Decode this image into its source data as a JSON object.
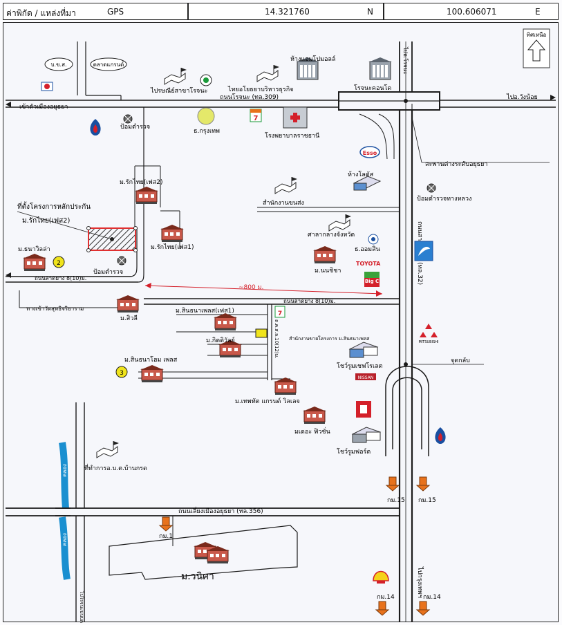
{
  "header": {
    "label": "ค่าพิกัด / แหล่งที่มา",
    "source": "GPS",
    "lat": "14.321760",
    "lat_dir": "N",
    "lon": "100.606071",
    "lon_dir": "E"
  },
  "north": {
    "label": "ทิศเหนือ"
  },
  "roads": {
    "rojana": "ถนนโรจนะ (ทล.309)",
    "to_ayutthaya_city": "เข้าตัวเมืองอยุธยา",
    "to_wangnoi": "ไปอ.วังน้อย",
    "to_rojana_top": "ไปอ.โรจนะ",
    "asia": "ถนนสายเอเชีย (ทล.32)",
    "asia_bottom": "ไปกรุงเทพฯ",
    "bypass": "ถนนเลี่ยงเมืองอยุธยา (ทล.356)",
    "lad_yang_west": "ถนนลาดยาง 8(10)ม.",
    "lad_yang_mid": "ถนนลาดยาง 8(10)ม.",
    "kasetsart_road": "ถ.ค.ส.ล.10(12)ม.",
    "to_wat": "ทางเข้าวัดสุทธิจริยาราม",
    "to_rojana_left": "ไปโรจนะบนบก",
    "distance": "~800 ม."
  },
  "canals": {
    "canal_1": "คลอง",
    "canal_2": "คลอง"
  },
  "labels": {
    "bor_kor_sor": "บ.ข.ส.",
    "talad_kaen": "ตลาดแกรนด์",
    "post_office": "ไปรษณีย์สาขาโรจนะ",
    "thai_bank": "ไทยอโยธยาบริหารธุรกิจ",
    "mall": "ห้างแอมโปมอลล์",
    "rojana_condo": "โรจนะคอนโด",
    "police_box_1": "ป้อมตำรวจ",
    "bangkok_bank": "ธ.กรุงเทพ",
    "hospital": "โรงพยาบาลราชธานี",
    "bridge": "สะพานต่างระดับอยุธยา",
    "lotus": "ห้างโลตัส",
    "transport_office": "สำนักงานขนส่ง",
    "highway_police": "ป้อมตำรวจทางหลวง",
    "provincial_court": "ศาลากลางจังหวัด",
    "gsb": "ธ.ออมสิน",
    "toyota": "TOYOTA",
    "big_c": "Big C",
    "esso": "Esso",
    "project_caption": "ที่ตั้งโครงการหลักประกัน",
    "project_name": "ม.รักไทย(เฟส2)",
    "rakthai_2": "ม.รักไทย(เฟส2)",
    "rakthai_1": "ม.รักไทย(เฟส1)",
    "thanawilla": "ม.ธนาวิลล่า",
    "police_box_2": "ป้อมตำรวจ",
    "nonchicha": "ม.นนชิชา",
    "siwin": "ม.สิวลี",
    "sinthana_phase1": "ม.สินธนาเพลส(เฟส1)",
    "kittiwan": "ม.กิตติวัลย์",
    "sinthana_home": "ม.สินธนาโฮม เพลส",
    "sales_office": "สำนักงานขายโครงการ ม.สินธนาเพลส",
    "chevrolet": "โชว์รูมเชฟโรเลต",
    "u_turn": "จุดกลับ",
    "theptat": "ม.เทพทัต แกรนด์ วิลเลจ",
    "the_fashion": "มเดอะ ฟิวชั่น",
    "ford": "โชว์รูมฟอร์ด",
    "obt_office": "ที่ทำการอ.บ.ต.บ้านกรด",
    "wanisa": "ม.วนิศา",
    "km1": "กม.1",
    "km15_a": "กม.15",
    "km15_b": "กม.15",
    "km14_a": "กม.14",
    "km14_b": "กม.14",
    "marker2": "2",
    "marker3": "3",
    "seven": "7",
    "nissan": "NISSAN",
    "mitsubishi": "MITSUBISHI"
  },
  "colors": {
    "road": "#1b1b1b",
    "arrow_red": "#d4202a",
    "project_red": "#e03030",
    "marker_yellow": "#f0e41c",
    "canal_blue": "#1a8fd0",
    "house_roof": "#8c3a2a",
    "km_orange": "#e8721c"
  }
}
